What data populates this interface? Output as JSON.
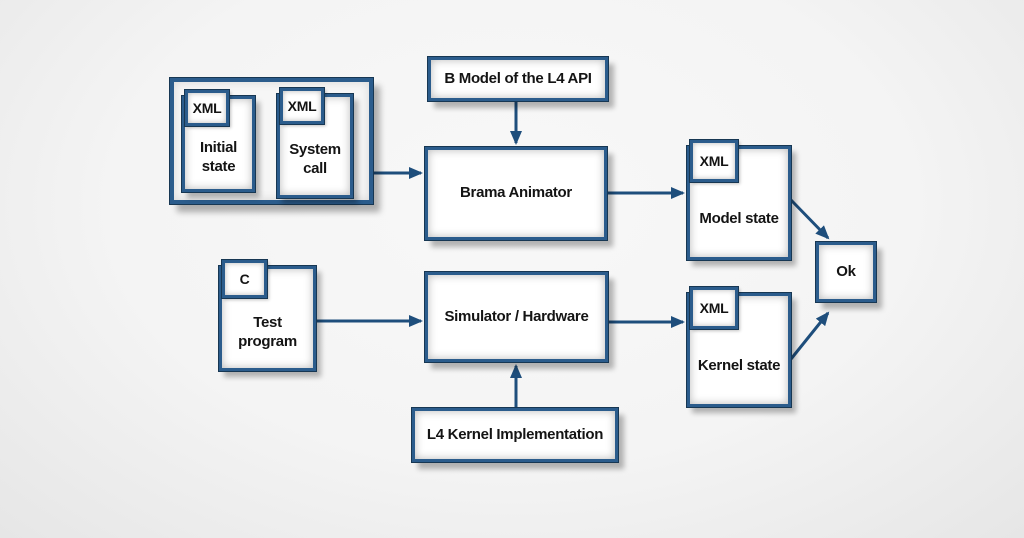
{
  "diagram": {
    "colors": {
      "node_border": "#2b5c8c",
      "node_border_dark": "#173753",
      "arrow": "#1e4e7c",
      "text": "#141414",
      "background": "#f4f4f4"
    },
    "nodes": {
      "input_group": {
        "initial_state": {
          "tag": "XML",
          "label": "Initial state"
        },
        "system_call": {
          "tag": "XML",
          "label": "System call"
        }
      },
      "b_model": {
        "label": "B Model of the L4 API"
      },
      "brama": {
        "label": "Brama Animator"
      },
      "model_state": {
        "tag": "XML",
        "label": "Model state"
      },
      "ok": {
        "label": "Ok"
      },
      "test_program": {
        "tag": "C",
        "label": "Test program"
      },
      "simulator": {
        "label": "Simulator / Hardware"
      },
      "kernel_state": {
        "tag": "XML",
        "label": "Kernel state"
      },
      "l4_kernel": {
        "label": "L4 Kernel Implementation"
      }
    },
    "edges": [
      {
        "from": "input_group",
        "to": "brama"
      },
      {
        "from": "b_model",
        "to": "brama"
      },
      {
        "from": "brama",
        "to": "model_state"
      },
      {
        "from": "model_state",
        "to": "ok"
      },
      {
        "from": "test_program",
        "to": "simulator"
      },
      {
        "from": "l4_kernel",
        "to": "simulator"
      },
      {
        "from": "simulator",
        "to": "kernel_state"
      },
      {
        "from": "kernel_state",
        "to": "ok"
      }
    ]
  }
}
